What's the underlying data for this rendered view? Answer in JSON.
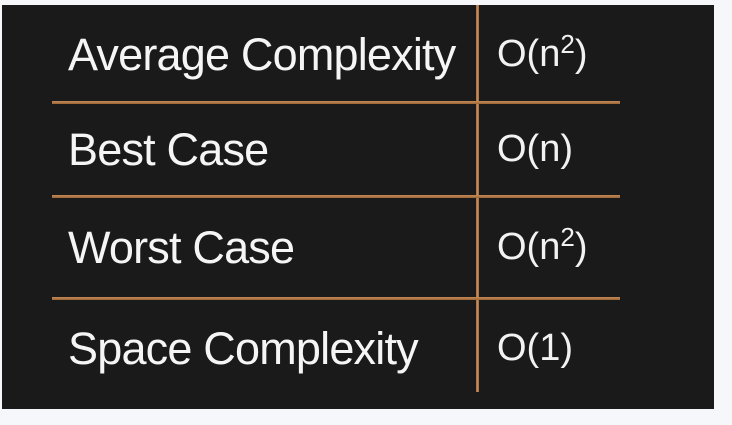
{
  "page": {
    "background_color": "#f6f7fa"
  },
  "panel": {
    "background_color": "#1a1a1a",
    "divider_color": "#b57b4a",
    "text_color": "#f5f5f5"
  },
  "table": {
    "rows": [
      {
        "label": "Average Complexity",
        "value_base": "O(n",
        "value_sup": "2",
        "value_end": ")"
      },
      {
        "label": "Best Case",
        "value_base": "O(n)",
        "value_sup": "",
        "value_end": ""
      },
      {
        "label": "Worst Case",
        "value_base": "O(n",
        "value_sup": "2",
        "value_end": ")"
      },
      {
        "label": "Space Complexity",
        "value_base": "O(1)",
        "value_sup": "",
        "value_end": ""
      }
    ]
  }
}
